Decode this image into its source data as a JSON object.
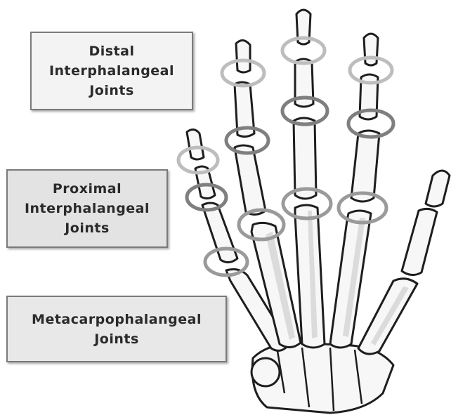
{
  "labels": {
    "distal": "Distal\nInterphalangeal\nJoints",
    "proximal": "Proximal\nInterphalangeal\nJoints",
    "metacarpophalangeal": "Metacarpophalangeal\nJoints"
  },
  "colors": {
    "bone_fill": "#f7f7f7",
    "bone_outline": "#1e1e1e",
    "bone_shade": "#c9c9c9",
    "distal_ring": "#bdbdbd",
    "proximal_ring": "#7f7f7f",
    "mcp_ring": "#9a9a9a",
    "box_border": "#7a7a7a"
  }
}
